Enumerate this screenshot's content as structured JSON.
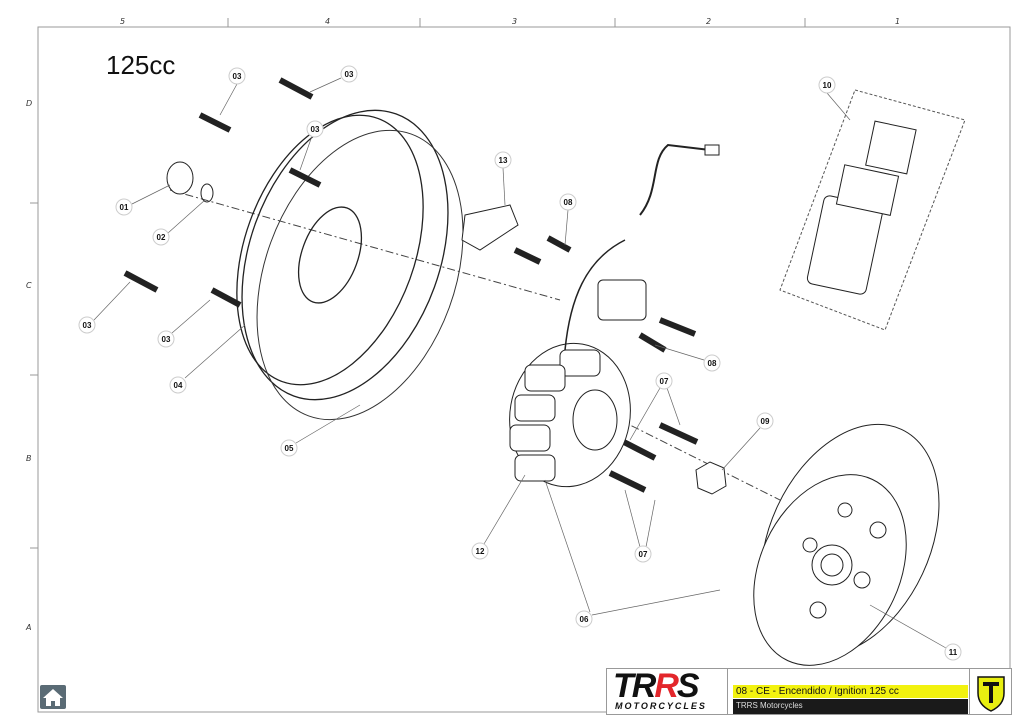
{
  "title": "125cc",
  "columns": [
    "5",
    "4",
    "3",
    "2",
    "1"
  ],
  "rows": [
    "D",
    "C",
    "B",
    "A"
  ],
  "callouts": [
    "03",
    "03",
    "03",
    "01",
    "02",
    "03",
    "03",
    "04",
    "05",
    "13",
    "08",
    "08",
    "10",
    "07",
    "09",
    "07",
    "12",
    "06",
    "11"
  ],
  "title_block": {
    "logo_main_a": "TR",
    "logo_main_b": "R",
    "logo_main_c": "S",
    "logo_sub": "MOTORCYCLES",
    "drawing_title": "08 - CE - Encendido / Ignition  125 cc",
    "company": "TRRS Motorcycles"
  },
  "colors": {
    "accent_yellow": "#f2f20f",
    "brand_red": "#e3262b",
    "home_button": "#5a6b75"
  },
  "icons": {
    "home": "home-icon",
    "brand_shield": "trrs-shield-logo"
  }
}
